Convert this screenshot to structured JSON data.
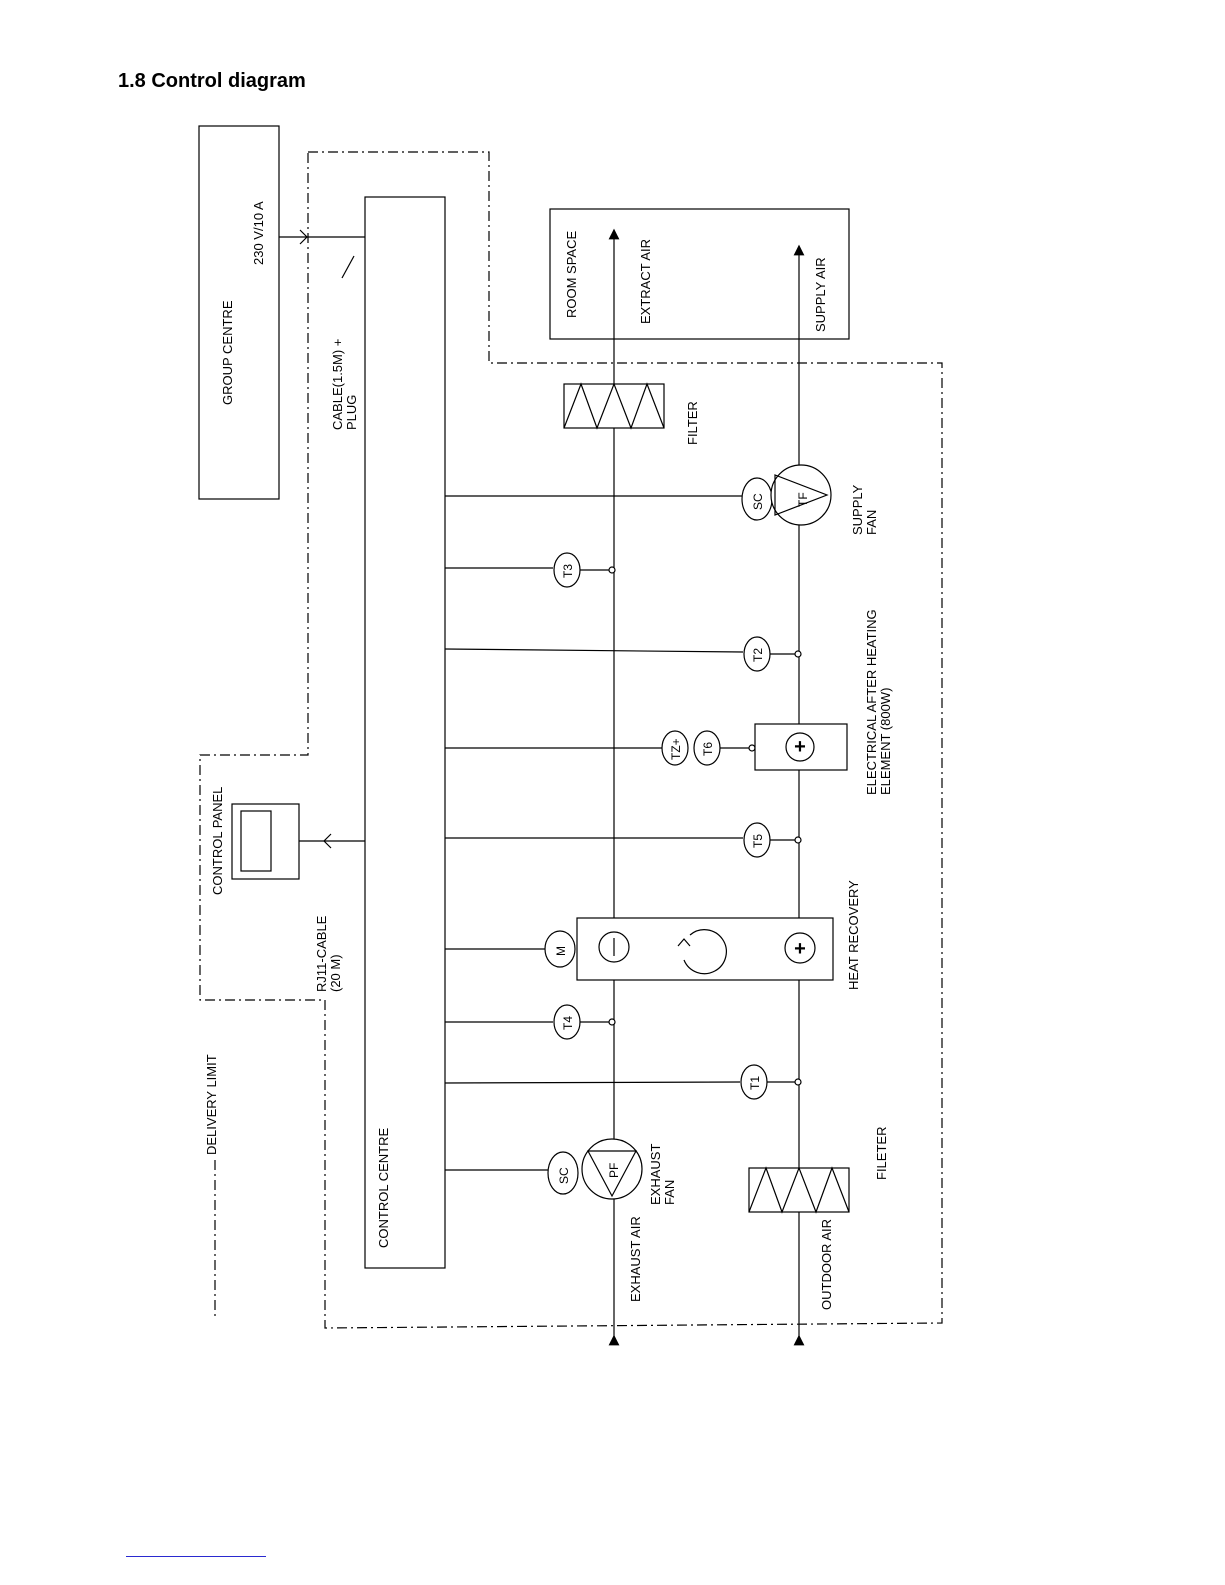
{
  "page": {
    "title": "1.8 Control diagram"
  },
  "diagram": {
    "group_centre": "GROUP CENTRE",
    "supply_rating": "230 V/10 A",
    "cable_line1": "CABLE(1.5M) +",
    "cable_line2": "PLUG",
    "control_centre": "CONTROL CENTRE",
    "control_panel": "CONTROL PANEL",
    "rj11_line1": "RJ11-CABLE",
    "rj11_line2": "(20 M)",
    "delivery_limit": "DELIVERY LIMIT",
    "room_space": "ROOM SPACE",
    "extract_air": "EXTRACT AIR",
    "supply_air": "SUPPLY AIR",
    "filter": "FILTER",
    "supply_fan_line1": "SUPPLY",
    "supply_fan_line2": "FAN",
    "heater_line1": "ELECTRICAL AFTER HEATING",
    "heater_line2": "ELEMENT (800W)",
    "heat_recovery": "HEAT RECOVERY",
    "filter_outdoor": "FILETER",
    "outdoor_air": "OUTDOOR AIR",
    "exhaust_air": "EXHAUST AIR",
    "exhaust_fan_line1": "EXHAUST",
    "exhaust_fan_line2": "FAN",
    "symbols": {
      "sc": "SC",
      "tf": "TF",
      "pf": "PF",
      "m": "M",
      "t1": "T1",
      "t2": "T2",
      "t3": "T3",
      "t4": "T4",
      "t5": "T5",
      "t6": "T6",
      "tz": "TZ+",
      "plus": "+",
      "minus": "−"
    }
  }
}
